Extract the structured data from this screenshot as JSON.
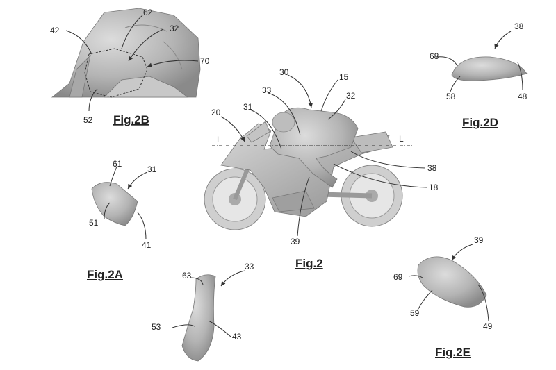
{
  "figures": {
    "fig2": "Fig.2",
    "fig2a": "Fig.2A",
    "fig2b": "Fig.2B",
    "fig2d": "Fig.2D",
    "fig2e": "Fig.2E"
  },
  "refs": {
    "r15": "15",
    "r18": "18",
    "r20": "20",
    "r30": "30",
    "r31": "31",
    "r32": "32",
    "r33": "33",
    "r38": "38",
    "r39": "39",
    "axis_left": "L",
    "axis_right": "L",
    "b42": "42",
    "b62": "62",
    "b32": "32",
    "b70": "70",
    "b52": "52",
    "a61": "61",
    "a31": "31",
    "a51": "51",
    "a41": "41",
    "d38": "38",
    "d68": "68",
    "d58": "58",
    "d48": "48",
    "e39": "39",
    "e69": "69",
    "e59": "59",
    "e49": "49",
    "s63": "63",
    "s33": "33",
    "s53": "53",
    "s43": "43"
  },
  "colors": {
    "shape": "#b3b3b3",
    "shape_dark": "#8f8f8f",
    "line": "#333333"
  }
}
